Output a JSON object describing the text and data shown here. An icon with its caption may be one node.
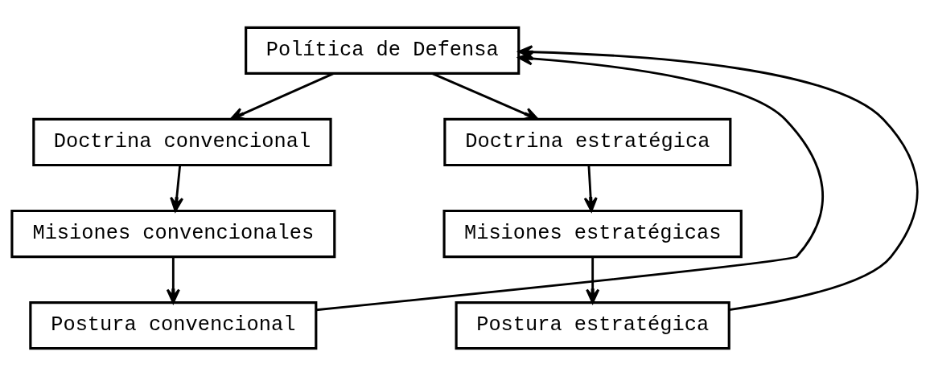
{
  "diagram": {
    "nodes": [
      {
        "text": [
          "Política de Defensa"
        ]
      },
      {
        "text": [
          "Doctrina convencional"
        ]
      },
      {
        "text": [
          "Misiones convencionales"
        ]
      },
      {
        "text": [
          "Postura convencional"
        ]
      },
      {
        "text": [
          "Doctrina estratégica"
        ]
      },
      {
        "text": [
          "Misiones estratégicas"
        ]
      },
      {
        "text": [
          "Postura estratégica"
        ]
      }
    ],
    "edges": [
      {
        "from": 0,
        "to": 1,
        "arrow": "to"
      },
      {
        "from": 0,
        "to": 4,
        "arrow": "to"
      },
      {
        "from": 1,
        "to": 2,
        "arrow": "to"
      },
      {
        "from": 2,
        "to": 3,
        "arrow": "to"
      },
      {
        "from": 4,
        "to": 5,
        "arrow": "to"
      },
      {
        "from": 5,
        "to": 6,
        "arrow": "to"
      },
      {
        "from": 3,
        "to": 0,
        "arrow": "to"
      },
      {
        "from": 6,
        "to": 0,
        "arrow": "to"
      }
    ]
  }
}
